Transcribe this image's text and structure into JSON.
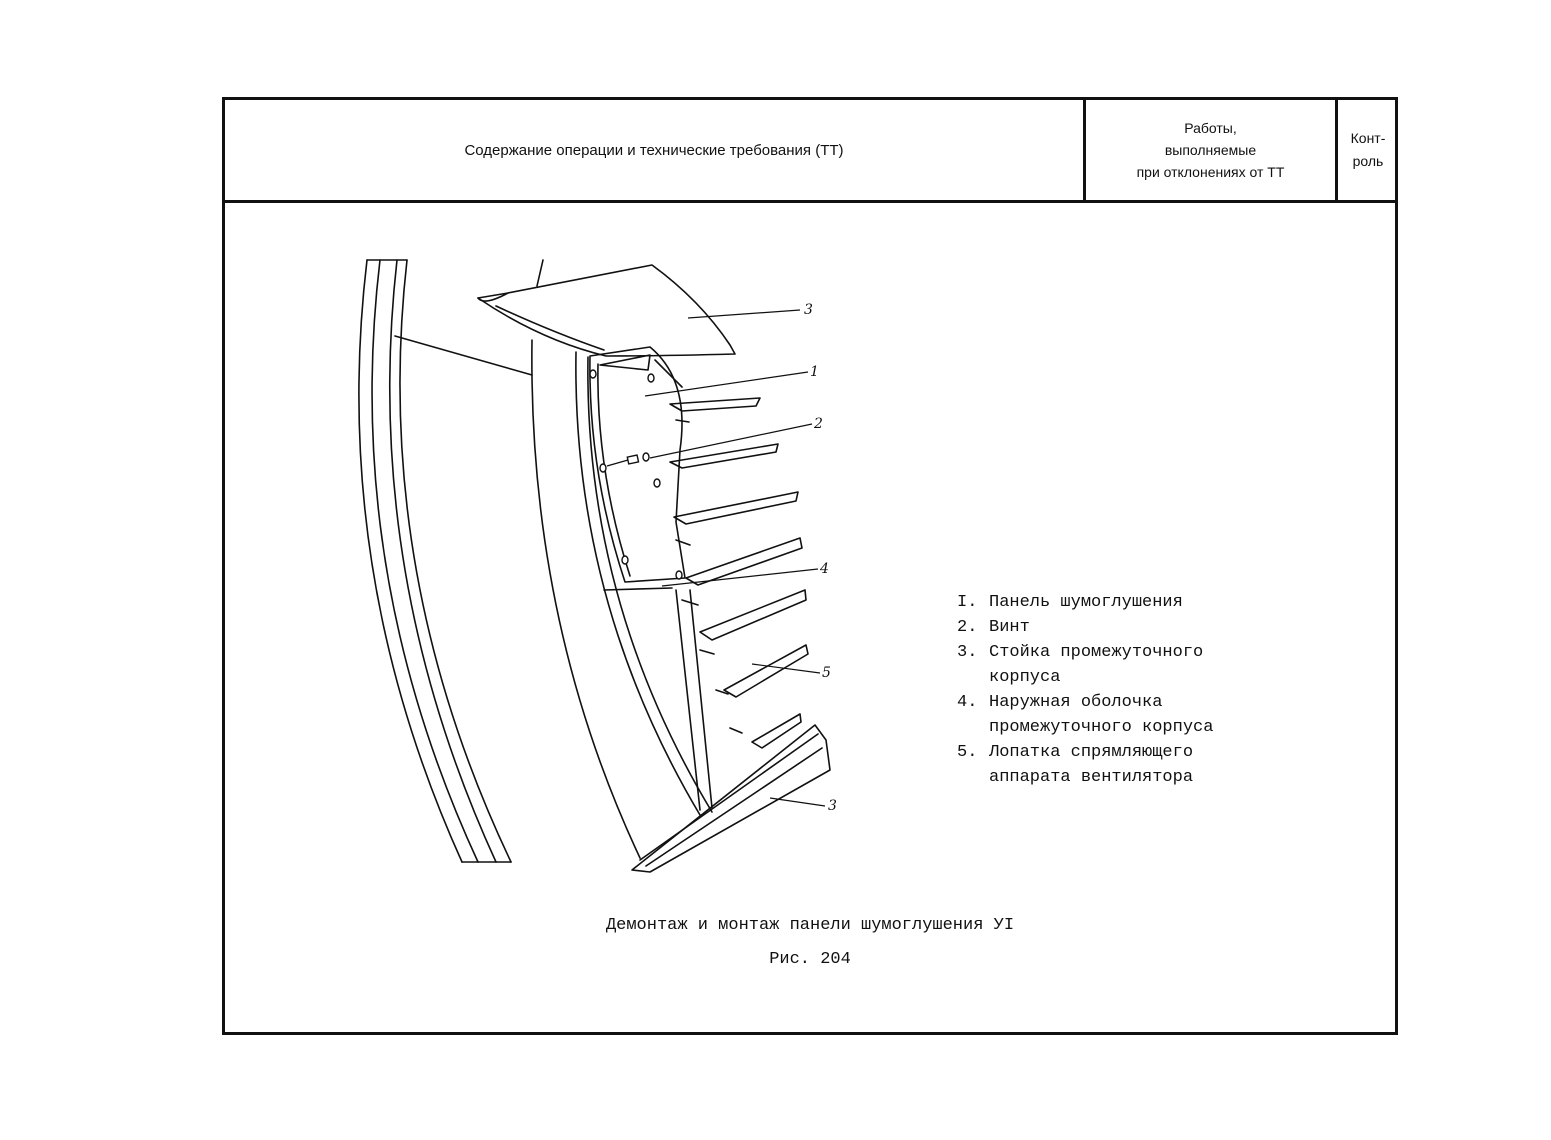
{
  "header": {
    "operation": "Содержание операции и технические требования (ТТ)",
    "deviations": [
      "Работы,",
      "выполняемые",
      "при отклонениях от ТТ"
    ],
    "control": [
      "Конт-",
      "роль"
    ]
  },
  "figure": {
    "callouts": {
      "top_rack": "3",
      "panel": "1",
      "screw": "2",
      "shell": "4",
      "blade": "5",
      "bottom_rack": "3"
    },
    "legend": [
      {
        "num": "I.",
        "text": "Панель шумоглушения"
      },
      {
        "num": "2.",
        "text": "Винт"
      },
      {
        "num": "3.",
        "text": "Стойка промежуточного\nкорпуса"
      },
      {
        "num": "4.",
        "text": "Наружная оболочка\nпромежуточного корпуса"
      },
      {
        "num": "5.",
        "text": "Лопатка спрямляющего\nаппарата вентилятора"
      }
    ],
    "caption": "Демонтаж и монтаж панели шумоглушения УI",
    "fig_number": "Рис. 204"
  }
}
